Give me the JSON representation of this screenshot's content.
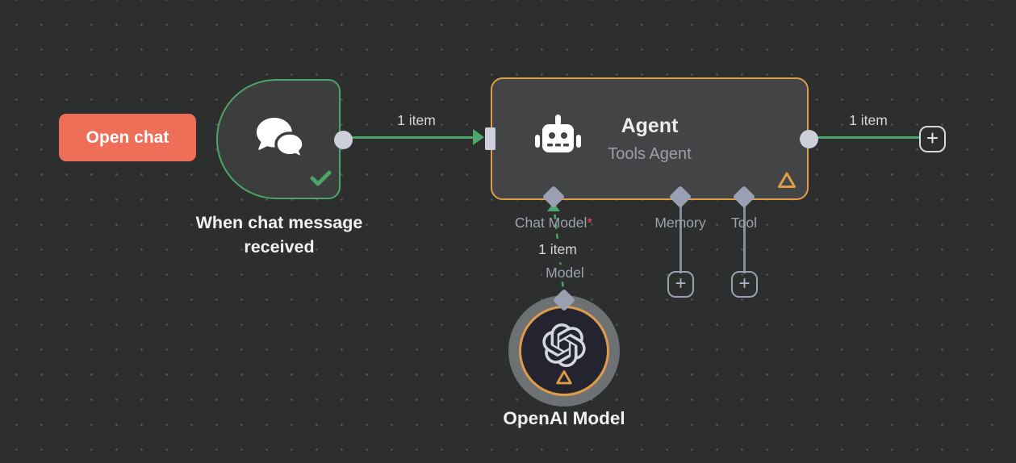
{
  "canvas": {
    "background": "#2d2e2e",
    "dot_color": "#505253"
  },
  "colors": {
    "accent_green": "#4fa36a",
    "accent_orange": "#de9c49",
    "accent_coral": "#ee6e57",
    "port_light": "#cdd0da",
    "port_diamond": "#9aa0b1",
    "label_dim": "#9da1ae",
    "required_red": "#e0504b"
  },
  "buttons": {
    "open_chat": "Open chat",
    "plus": "+"
  },
  "nodes": {
    "chat_trigger": {
      "label": "When chat message received",
      "icon": "chat-bubbles-icon",
      "status": "success"
    },
    "agent": {
      "title": "Agent",
      "subtitle": "Tools Agent",
      "icon": "robot-icon",
      "warning": true
    },
    "openai_model": {
      "label": "OpenAI Model",
      "icon": "openai-logo-icon",
      "warning": true
    }
  },
  "connections": {
    "trigger_to_agent": {
      "label": "1 item"
    },
    "agent_to_next": {
      "label": "1 item"
    },
    "model_to_agent": {
      "item_label": "1 item",
      "port_label": "Model"
    }
  },
  "ports": {
    "chat_model": {
      "label": "Chat Model",
      "required": "*"
    },
    "memory": {
      "label": "Memory"
    },
    "tool": {
      "label": "Tool"
    }
  }
}
